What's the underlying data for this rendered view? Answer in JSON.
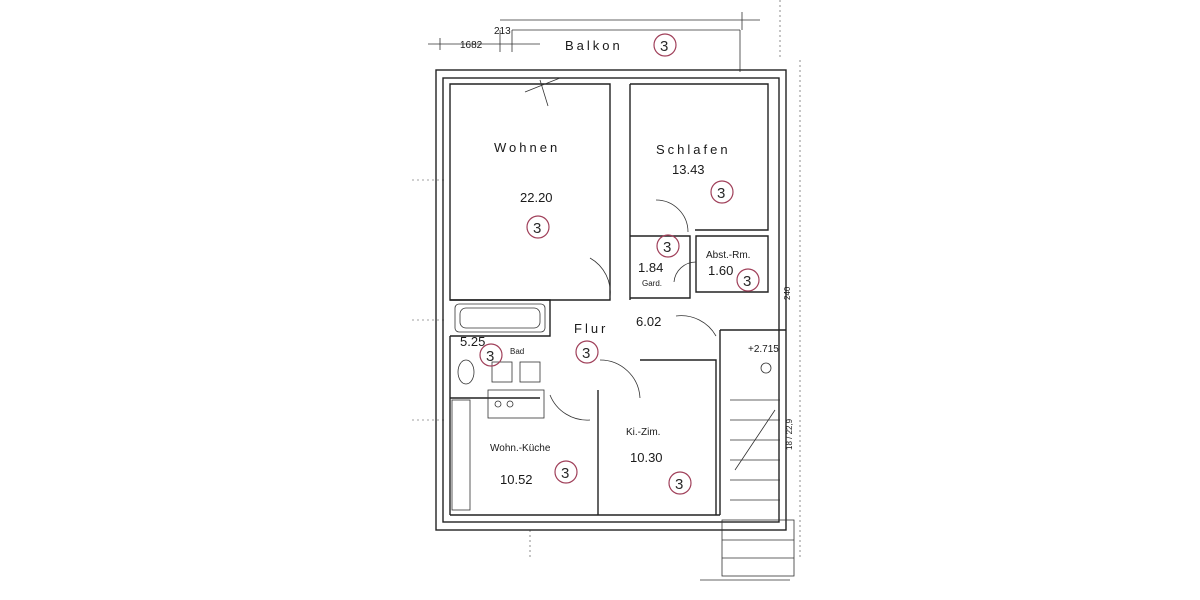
{
  "dimensions": {
    "left": "1682",
    "top": "213",
    "stair": "+2.715",
    "side": "240",
    "stair_side": "18 / 22,9"
  },
  "marker": "3",
  "rooms": {
    "balkon": {
      "name": "Balkon",
      "area": ""
    },
    "wohnen": {
      "name": "Wohnen",
      "area": "22.20"
    },
    "schlafen": {
      "name": "Schlafen",
      "area": "13.43"
    },
    "gard": {
      "name": "Gard.",
      "area": "1.84"
    },
    "abst": {
      "name": "Abst.-Rm.",
      "area": "1.60"
    },
    "flur": {
      "name": "Flur",
      "area": "6.02"
    },
    "bad": {
      "name": "Bad",
      "area": "5.25"
    },
    "kueche": {
      "name": "Wohn.-Küche",
      "area": "10.52"
    },
    "kizim": {
      "name": "Ki.-Zim.",
      "area": "10.30"
    }
  }
}
